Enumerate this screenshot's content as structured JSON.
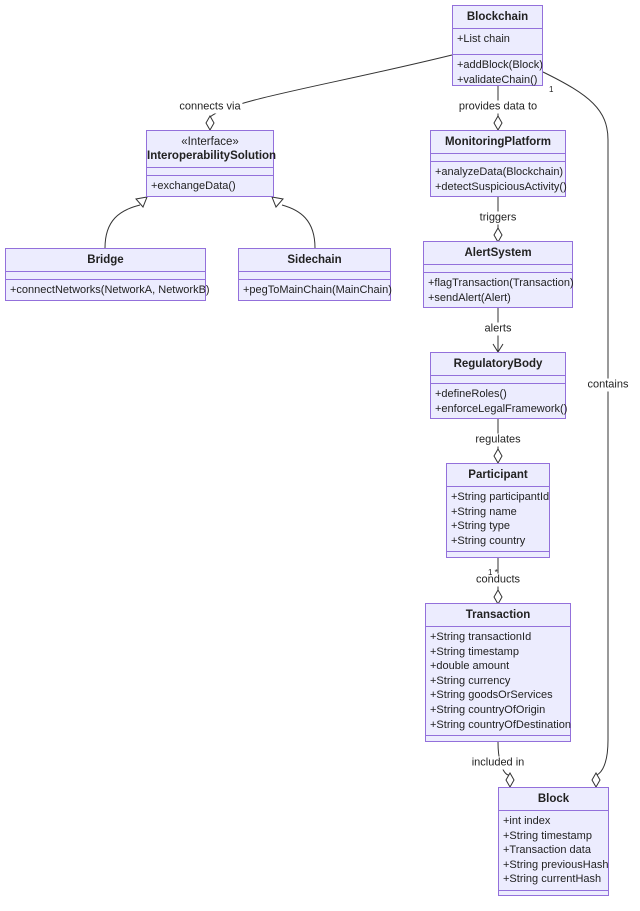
{
  "classes": {
    "blockchain": {
      "name": "Blockchain",
      "attributes": [
        "+List chain"
      ],
      "methods": [
        "+addBlock(Block)",
        "+validateChain()"
      ]
    },
    "interop": {
      "stereotype": "«Interface»",
      "name": "InteroperabilitySolution",
      "attributes": [],
      "methods": [
        "+exchangeData()"
      ]
    },
    "bridge": {
      "name": "Bridge",
      "attributes": [],
      "methods": [
        "+connectNetworks(NetworkA, NetworkB)"
      ]
    },
    "sidechain": {
      "name": "Sidechain",
      "attributes": [],
      "methods": [
        "+pegToMainChain(MainChain)"
      ]
    },
    "monitoring": {
      "name": "MonitoringPlatform",
      "attributes": [],
      "methods": [
        "+analyzeData(Blockchain)",
        "+detectSuspiciousActivity()"
      ]
    },
    "alert": {
      "name": "AlertSystem",
      "attributes": [],
      "methods": [
        "+flagTransaction(Transaction)",
        "+sendAlert(Alert)"
      ]
    },
    "regulatory": {
      "name": "RegulatoryBody",
      "attributes": [],
      "methods": [
        "+defineRoles()",
        "+enforceLegalFramework()"
      ]
    },
    "participant": {
      "name": "Participant",
      "attributes": [
        "+String participantId",
        "+String name",
        "+String type",
        "+String country"
      ],
      "methods": []
    },
    "transaction": {
      "name": "Transaction",
      "attributes": [
        "+String transactionId",
        "+String timestamp",
        "+double amount",
        "+String currency",
        "+String goodsOrServices",
        "+String countryOfOrigin",
        "+String countryOfDestination"
      ],
      "methods": []
    },
    "block": {
      "name": "Block",
      "attributes": [
        "+int index",
        "+String timestamp",
        "+Transaction data",
        "+String previousHash",
        "+String currentHash"
      ],
      "methods": []
    }
  },
  "relations": {
    "connects_via": "connects via",
    "provides_data_to": "provides data to",
    "triggers": "triggers",
    "alerts": "alerts",
    "regulates": "regulates",
    "conducts": "conducts",
    "included_in": "included in",
    "contains": "contains"
  },
  "cardinality": {
    "blockchain_contains": "1",
    "participant_conducts": "1 *"
  },
  "colors": {
    "fill": "#ececfe",
    "stroke": "#9370db",
    "line": "#333333"
  }
}
